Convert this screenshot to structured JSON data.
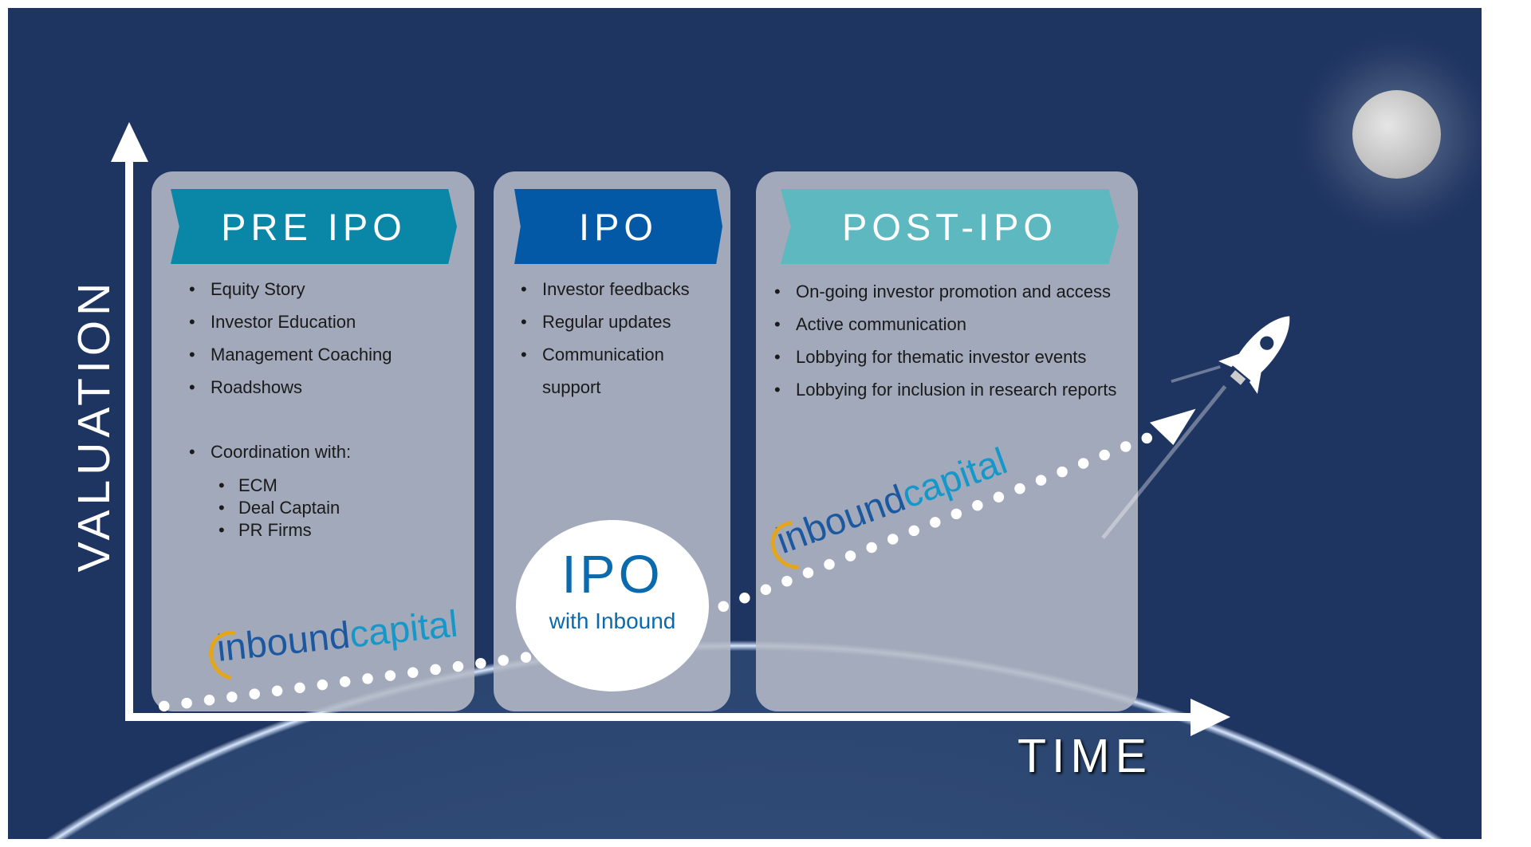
{
  "axes": {
    "y_label": "VALUATION",
    "x_label": "TIME"
  },
  "phases": [
    {
      "title": "PRE IPO",
      "color": "#0a86a6",
      "items": [
        "Equity Story",
        "Investor Education",
        "Management Coaching",
        "Roadshows"
      ],
      "coordination": {
        "label": "Coordination with:",
        "items": [
          "ECM",
          "Deal Captain",
          "PR Firms"
        ]
      }
    },
    {
      "title": "IPO",
      "color": "#0359a6",
      "items": [
        "Investor feedbacks",
        "Regular updates",
        "Communication support"
      ]
    },
    {
      "title": "POST-IPO",
      "color": "#5db8c0",
      "items": [
        "On-going investor promotion and access",
        "Active communication",
        "Lobbying for thematic investor events",
        "Lobbying for inclusion in research reports"
      ]
    }
  ],
  "milestone": {
    "title": "IPO",
    "subtitle": "with Inbound"
  },
  "logo": {
    "part1": "inbound",
    "part2": "capital"
  }
}
